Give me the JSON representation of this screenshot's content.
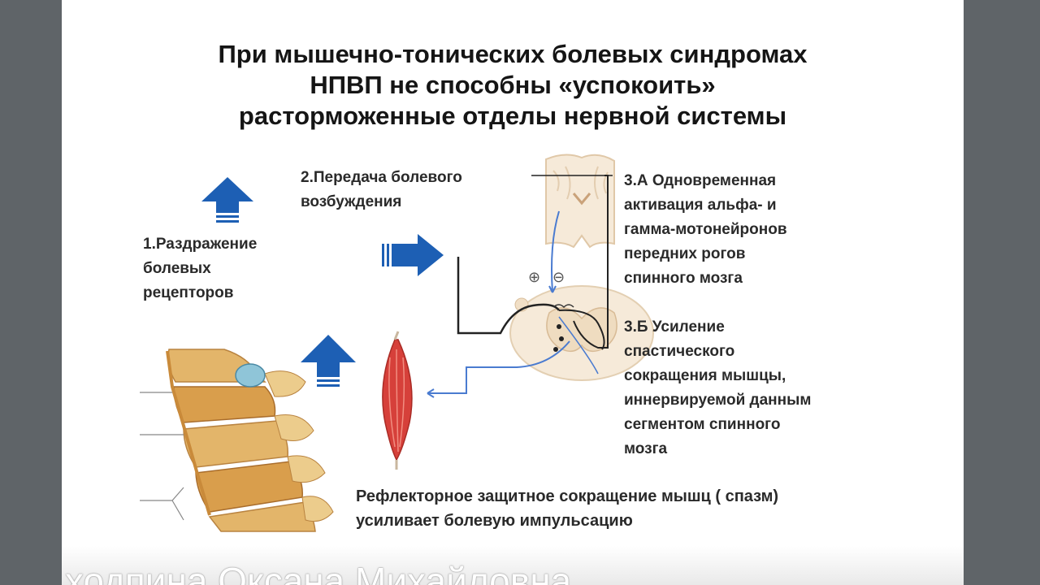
{
  "slide": {
    "title_lines": [
      "При мышечно-тонических болевых синдромах",
      "НПВП не способны «успокоить»",
      "расторможенные отделы нервной системы"
    ],
    "step1_lines": [
      "1.Раздражение",
      "болевых",
      "рецепторов"
    ],
    "step2_lines": [
      "2.Передача болевого",
      "возбуждения"
    ],
    "step3a_lines": [
      "3.А Одновременная",
      "активация альфа- и",
      "гамма-мотонейронов",
      "передних рогов",
      "спинного мозга"
    ],
    "step3b_lines": [
      "3.Б Усиление",
      "спастического",
      "сокращения мышцы,",
      "иннервируемой данным",
      "сегментом спинного",
      "мозга"
    ],
    "bottom_lines": [
      "Рефлекторное защитное сокращение мышц ( спазм)",
      "усиливает болевую  импульсацию"
    ],
    "plus_sign": "⊕",
    "minus_sign": "⊖"
  },
  "caption": "ходпина Оксана Михайловна",
  "colors": {
    "arrow_blue": "#1d5fb4",
    "nerve_blue": "#4a7bd0",
    "muscle_red": "#d6403a",
    "bone": "#e3b56a"
  }
}
